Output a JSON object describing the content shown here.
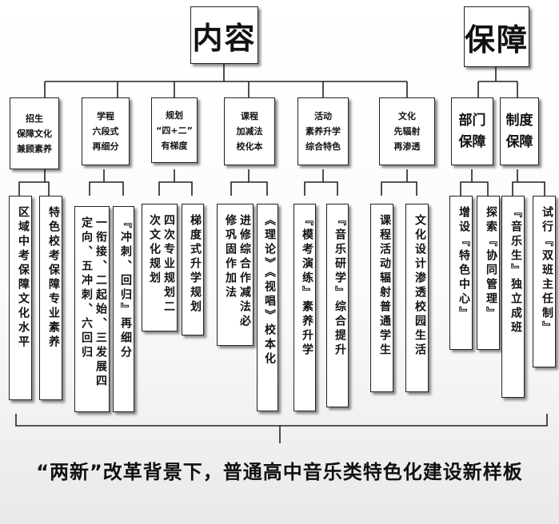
{
  "top": {
    "content": "内容",
    "guarantee": "保障"
  },
  "categories": [
    {
      "lines": [
        "招生",
        "保障文化",
        "兼顾素养"
      ]
    },
    {
      "lines": [
        "学程",
        "六段式",
        "再细分"
      ]
    },
    {
      "lines": [
        "规划",
        "“四+二”",
        "有梯度"
      ]
    },
    {
      "lines": [
        "课程",
        "加减法",
        "校化本"
      ]
    },
    {
      "lines": [
        "活动",
        "素养升学",
        "综合特色"
      ]
    },
    {
      "lines": [
        "文化",
        "先辐射",
        "再渗透"
      ]
    },
    {
      "lines": [
        "部门",
        "保障"
      ]
    },
    {
      "lines": [
        "制度",
        "保障"
      ]
    }
  ],
  "leaves": [
    "区域中考保障文化水平",
    "特色校考保障专业素养",
    "一衔接、二起始、三发展四定向、五冲刺、六回归",
    "『冲刺、回归』再细分",
    "四次专业规划二次文化规划",
    "梯度式升学规划",
    "进修综合作减法必修巩固作加法",
    "《理论》《视唱》校本化",
    "『模考演练』素养升学",
    "『音乐研学』综合提升",
    "课程活动辐射普通学生",
    "文化设计渗透校园生活",
    "增设『特色中心』",
    "探索『协同管理』",
    "『音乐生』独立成班",
    "试行『双班主任制』"
  ],
  "title": "“两新”改革背景下，普通高中音乐类特色化建设新样板"
}
